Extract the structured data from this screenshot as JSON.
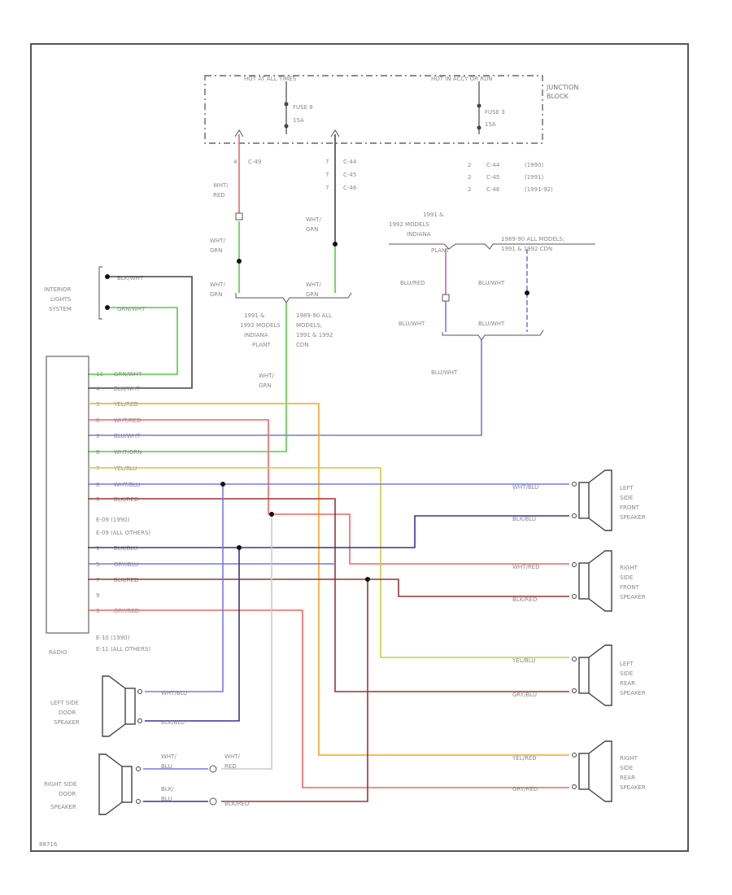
{
  "junction_block": {
    "label_line1": "JUNCTION",
    "label_line2": "BLOCK",
    "hot_run_start": "HOT AT ALL TIMES",
    "hot_in_run": "HOT IN ACCY OR RUN",
    "fuse_a_name": "FUSE 8",
    "fuse_a_amp": "15A",
    "fuse_b_name": "FUSE 3",
    "fuse_b_amp": "15A"
  },
  "connectors": {
    "left_pin": "4",
    "left_conn": "C-49",
    "mid_rows": [
      {
        "pin": "7",
        "conn": "C-44"
      },
      {
        "pin": "7",
        "conn": "C-45"
      },
      {
        "pin": "7",
        "conn": "C-46"
      }
    ],
    "right_rows": [
      {
        "pin": "2",
        "conn": "C-44",
        "note": "(1990)"
      },
      {
        "pin": "2",
        "conn": "C-45",
        "note": "(1991)"
      },
      {
        "pin": "2",
        "conn": "C-46",
        "note": "(1991-92)"
      }
    ]
  },
  "wires_top": {
    "wht_red_1": "WHT/",
    "wht_red_2": "RED",
    "wht_grn_a1": "WHT/",
    "wht_grn_a2": "GRN",
    "wht_grn_b1": "WHT/",
    "wht_grn_b2": "GRN",
    "wht_grn_c1": "WHT/",
    "wht_grn_c2": "GRN",
    "wht_grn_d1": "WHT/",
    "wht_grn_d2": "GRN",
    "wht_grn_e1": "WHT/",
    "wht_grn_e2": "GRN"
  },
  "plant_notes": {
    "left_1": "1991 &",
    "left_2": "1992 MODELS",
    "left_3": "INDIANA",
    "left_4": "PLANT",
    "left_5": "WHT/",
    "mid_1": "1989-90 ALL",
    "mid_2": "MODELS;",
    "mid_3": "1991 & 1992",
    "mid_4": "CDN",
    "right_a1": "1991 &",
    "right_a2": "1992 MODELS",
    "right_a3": "INDIANA",
    "right_a4": "PLANT",
    "right_b1": "1989-90 ALL MODELS;",
    "right_b2": "1991 & 1992 CDN",
    "blu_red_1": "BLU/RED",
    "blu_wht_1": "BLU/WHT",
    "blu_wht_2": "BLU/WHT",
    "blu_wht_3": "BLU/WHT",
    "blu_wht_4": "BLU/WHT"
  },
  "interior_lights": {
    "line1": "INTERIOR",
    "line2": "LIGHTS",
    "line3": "SYSTEM",
    "wire1": "BLK/WHT",
    "wire2": "GRN/WHT"
  },
  "radio": {
    "label": "RADIO",
    "pins": [
      {
        "pin": "11",
        "color": "GRN/WHT"
      },
      {
        "pin": "4",
        "color": "BLK/WHT"
      },
      {
        "pin": "5",
        "color": "YEL/RED"
      },
      {
        "pin": "6",
        "color": "WHT/RED"
      },
      {
        "pin": "9",
        "color": "BLU/WHT"
      },
      {
        "pin": "8",
        "color": "WHT/GRN"
      },
      {
        "pin": "7",
        "color": "YEL/BLU"
      },
      {
        "pin": "8",
        "color": "WHT/BLU"
      },
      {
        "pin": "9",
        "color": "BLK/RED"
      }
    ],
    "conn_note_1": "E-09   (1990)",
    "conn_note_2": "E-09   (ALL OTHERS)",
    "pins2": [
      {
        "pin": "1",
        "color": "BLK/BLU"
      },
      {
        "pin": "5",
        "color": "GRY/BLU"
      },
      {
        "pin": "7",
        "color": "BLK/RED"
      },
      {
        "pin": "9",
        "color": ""
      },
      {
        "pin": "9",
        "color": "GRY/RED"
      }
    ],
    "conn_note_3": "E-10   (1990)",
    "conn_note_4": "E-11   (ALL OTHERS)"
  },
  "speakers": {
    "lf": {
      "l1": "LEFT",
      "l2": "SIDE",
      "l3": "FRONT",
      "l4": "SPEAKER",
      "w1": "WHT/BLU",
      "w2": "BLK/BLU"
    },
    "rf": {
      "l1": "RIGHT",
      "l2": "SIDE",
      "l3": "FRONT",
      "l4": "SPEAKER",
      "w1": "WHT/RED",
      "w2": "BLK/RED"
    },
    "lr": {
      "l1": "LEFT",
      "l2": "SIDE",
      "l3": "REAR",
      "l4": "SPEAKER",
      "w1": "YEL/BLU",
      "w2": "GRY/BLU"
    },
    "rr": {
      "l1": "RIGHT",
      "l2": "SIDE",
      "l3": "REAR",
      "l4": "SPEAKER",
      "w1": "YEL/RED",
      "w2": "GRY/RED"
    },
    "ld": {
      "l1": "LEFT SIDE",
      "l2": "DOOR",
      "l3": "SPEAKER",
      "w1": "WHT/BLU",
      "w2": "BLK/BLU"
    },
    "rd": {
      "l1": "RIGHT SIDE",
      "l2": "DOOR",
      "l3": "SPEAKER",
      "w1a": "WHT/",
      "w1b": "BLU",
      "w2a": "BLK/",
      "w2b": "BLU",
      "w3a": "WHT/",
      "w3b": "RED",
      "w4": "BLK/RED"
    }
  },
  "footer_code": "88716",
  "colors": {
    "frame": "#555555",
    "red": "#ee6666",
    "green": "#55cc44",
    "orange": "#f5a623",
    "blue": "#7777ee",
    "dark_blue": "#333399",
    "yellow": "#cccc44",
    "brown": "#993333",
    "black": "#222222"
  }
}
